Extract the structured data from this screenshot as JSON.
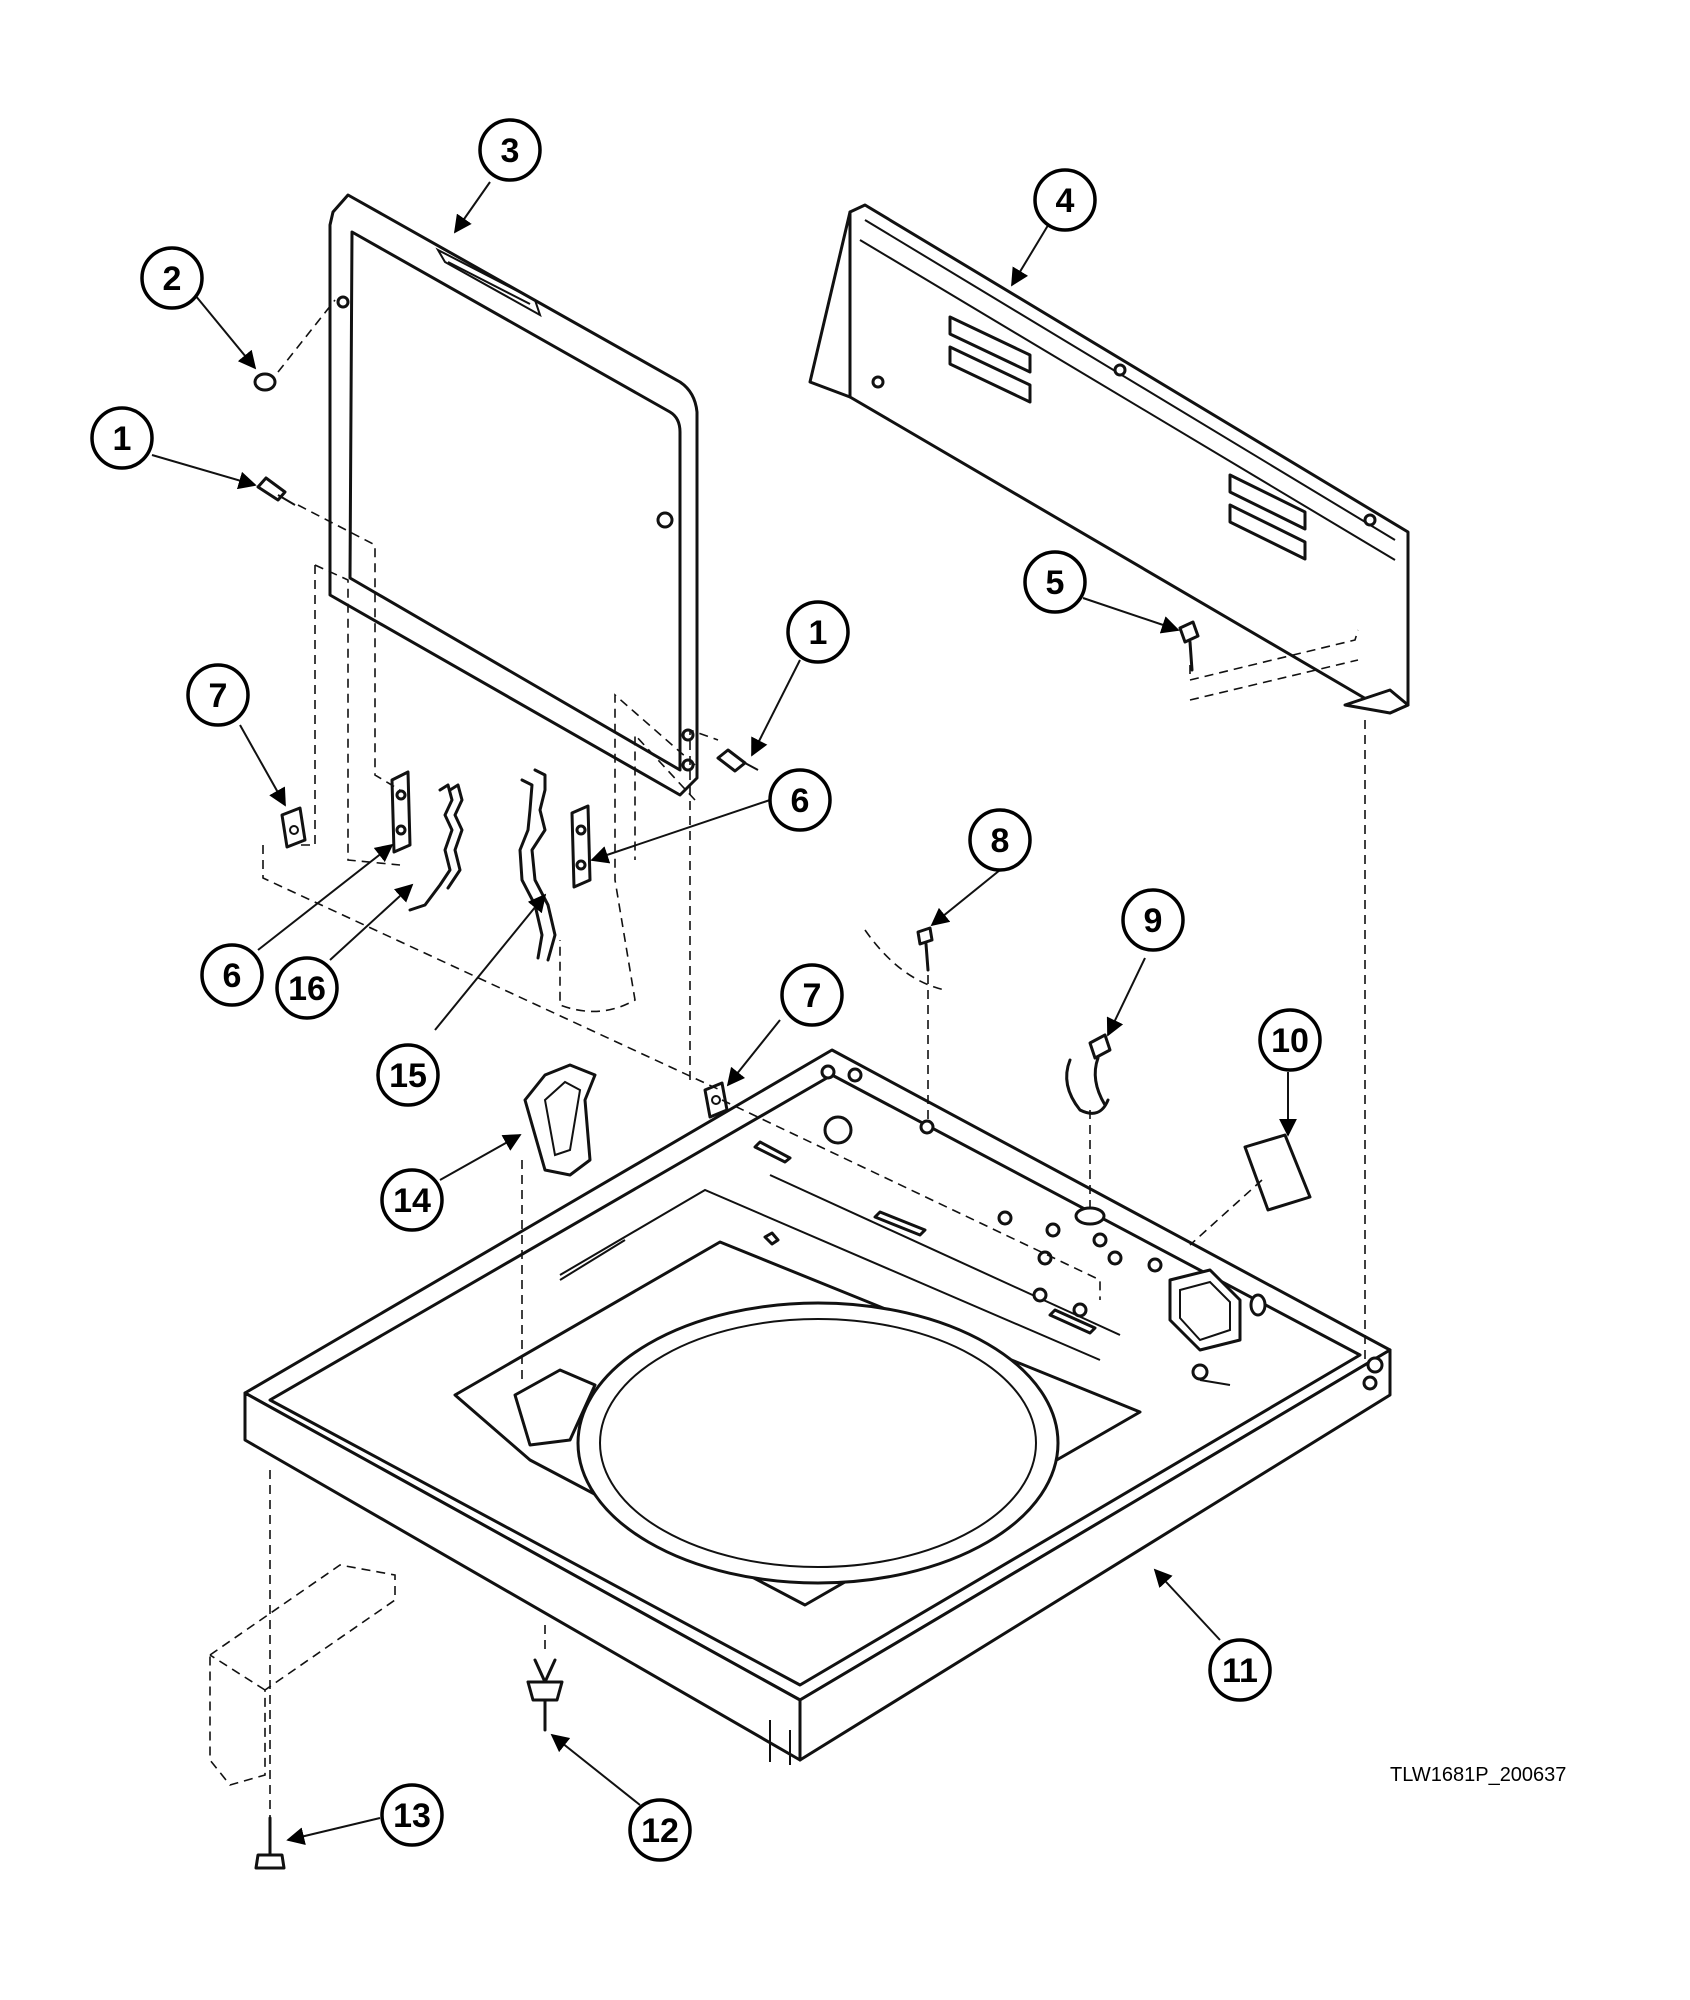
{
  "diagram": {
    "drawing_code": "TLW1681P_200637",
    "callouts": {
      "c1a": "1",
      "c1b": "1",
      "c2": "2",
      "c3": "3",
      "c4": "4",
      "c5": "5",
      "c6a": "6",
      "c6b": "6",
      "c7a": "7",
      "c7b": "7",
      "c8": "8",
      "c9": "9",
      "c10": "10",
      "c11": "11",
      "c12": "12",
      "c13": "13",
      "c14": "14",
      "c15": "15",
      "c16": "16"
    }
  }
}
